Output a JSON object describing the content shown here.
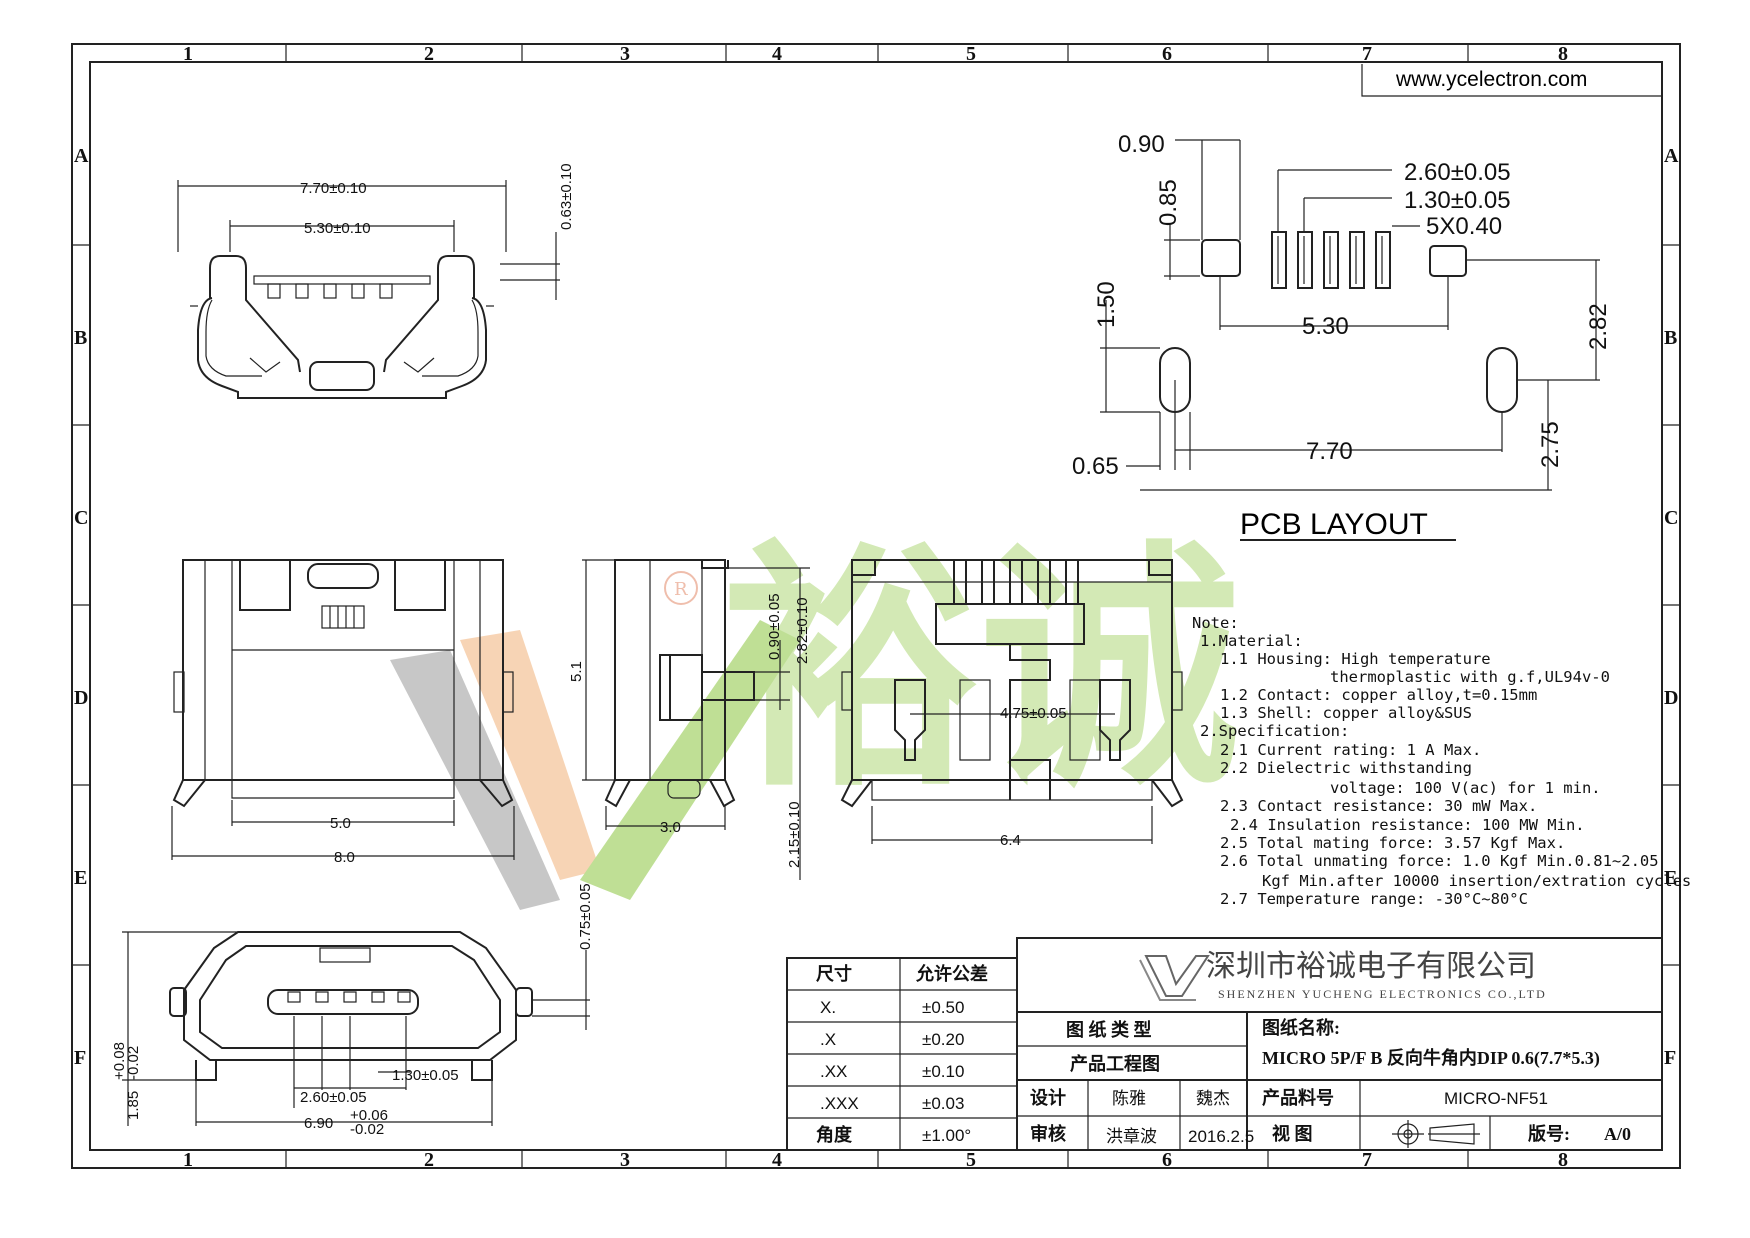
{
  "website": "www.ycelectron.com",
  "grid": {
    "columns": [
      "1",
      "2",
      "3",
      "4",
      "5",
      "6",
      "7",
      "8"
    ],
    "rows": [
      "A",
      "B",
      "C",
      "D",
      "E",
      "F"
    ]
  },
  "pcb": {
    "title": "PCB LAYOUT",
    "dims": {
      "pad_w": "0.90",
      "pad_h": "0.85",
      "pitch2": "2.60±0.05",
      "pitch1": "1.30±0.05",
      "pins": "5X0.40",
      "span1": "5.30",
      "hole_h": "1.50",
      "hole_offset": "2.82",
      "hole_span": "7.70",
      "hole_w": "0.65",
      "hole_y": "2.75"
    }
  },
  "views": {
    "front": {
      "w1": "7.70±0.10",
      "w2": "5.30±0.10",
      "h1": "0.63±0.10"
    },
    "bottom": {
      "w1": "5.0",
      "w2": "8.0"
    },
    "side": {
      "h": "5.1",
      "w": "3.0",
      "d1": "0.90±0.05",
      "d2": "2.82±0.10",
      "d3": "2.15±0.10"
    },
    "top": {
      "pitch": "4.75±0.05",
      "w": "6.4"
    },
    "end": {
      "h1": "0.75±0.05",
      "pitch2": "2.60±0.05",
      "pitch1": "1.30±0.05",
      "width": "6.90",
      "width_tol_up": "+0.06",
      "width_tol_dn": "-0.02",
      "height": "1.85",
      "height_tol_up": "+0.08",
      "height_tol_dn": "-0.02"
    }
  },
  "notes": [
    "Note:",
    "1.Material:",
    "1.1 Housing:  High temperature",
    "thermoplastic with g.f,UL94v-0",
    "1.2 Contact:  copper alloy,t=0.15mm",
    "1.3 Shell:  copper alloy&SUS",
    "2.Specification:",
    "2.1 Current rating:  1 A Max.",
    "2.2 Dielectric withstanding",
    "voltage:  100 V(ac) for 1 min.",
    "2.3 Contact resistance:  30 mW Max.",
    "2.4 Insulation resistance:  100 MW Min.",
    "2.5 Total mating force:  3.57 Kgf Max.",
    "2.6 Total unmating force: 1.0 Kgf Min.0.81~2.05",
    "Kgf Min.after 10000 insertion/extration cycles",
    "2.7 Temperature range:  -30°C~80°C"
  ],
  "tolerance": {
    "header": [
      "尺寸",
      "允许公差"
    ],
    "rows": [
      [
        "X.",
        "±0.50"
      ],
      [
        ".X",
        "±0.20"
      ],
      [
        ".XX",
        "±0.10"
      ],
      [
        ".XXX",
        "±0.03"
      ],
      [
        "角度",
        "±1.00°"
      ]
    ]
  },
  "titleblock": {
    "company_cn": "深圳市裕诚电子有限公司",
    "company_en": "SHENZHEN YUCHENG ELECTRONICS CO.,LTD",
    "drawing_type_label": "图 纸 类 型",
    "product_drawing": "产品工程图",
    "drawing_name_label": "图纸名称:",
    "drawing_name": "MICRO 5P/F B 反向牛角内DIP 0.6(7.7*5.3)",
    "design_label": "设计",
    "designer": "陈雅",
    "checker1": "魏杰",
    "part_no_label": "产品料号",
    "part_no": "MICRO-NF51",
    "review_label": "审核",
    "reviewer": "洪章波",
    "date": "2016.2.5",
    "view_label": "视    图",
    "version_label": "版号:",
    "version": "A/0"
  },
  "watermark": {
    "text": "裕诚",
    "brand_color": "#8cc63f",
    "accent_color": "#f2b27a",
    "gray": "#9a9a9a",
    "registered": "R"
  }
}
